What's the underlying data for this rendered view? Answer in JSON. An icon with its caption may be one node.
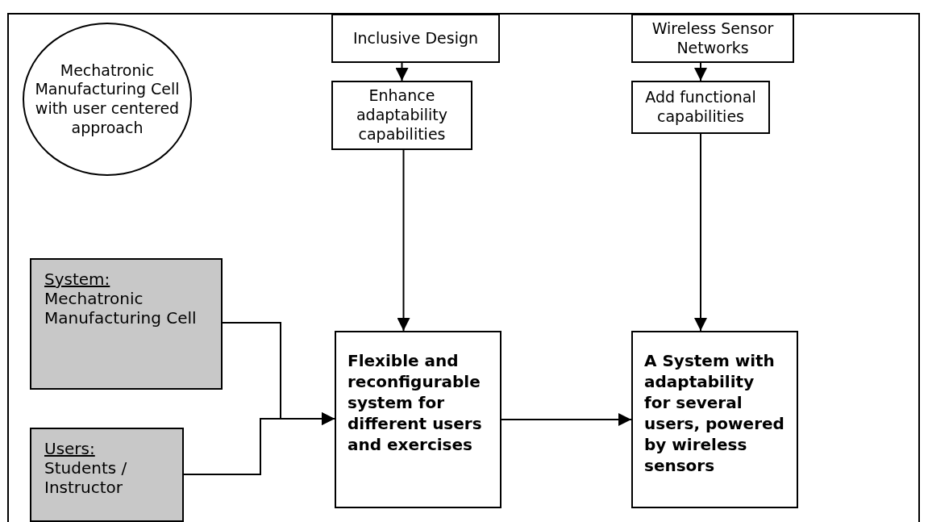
{
  "diagram": {
    "nodes": [
      {
        "text": [
          "Mechatronic Manufacturing Cell with user centered approach"
        ]
      },
      {
        "text": [
          "Inclusive Design"
        ]
      },
      {
        "text": [
          "Wireless Sensor Networks"
        ]
      },
      {
        "text": [
          "Enhance adaptability capabilities"
        ]
      },
      {
        "text": [
          "Add functional capabilities"
        ]
      },
      {
        "text": [
          "System:",
          "Mechatronic Manufacturing Cell"
        ]
      },
      {
        "text": [
          "Users:",
          "Students / Instructor"
        ]
      },
      {
        "text": [
          "Flexible and reconfigurable system for different users and exercises"
        ]
      },
      {
        "text": [
          "A System with adaptability for several users, powered by wireless sensors"
        ]
      }
    ],
    "edges": [
      {
        "from": 1,
        "to": 3,
        "arrow": "to"
      },
      {
        "from": 3,
        "to": 7,
        "arrow": "to"
      },
      {
        "from": 2,
        "to": 4,
        "arrow": "to"
      },
      {
        "from": 4,
        "to": 8,
        "arrow": "to"
      },
      {
        "from": 5,
        "to": 7,
        "arrow": "to"
      },
      {
        "from": 6,
        "to": 7,
        "arrow": "to"
      },
      {
        "from": 7,
        "to": 8,
        "arrow": "to"
      }
    ]
  }
}
